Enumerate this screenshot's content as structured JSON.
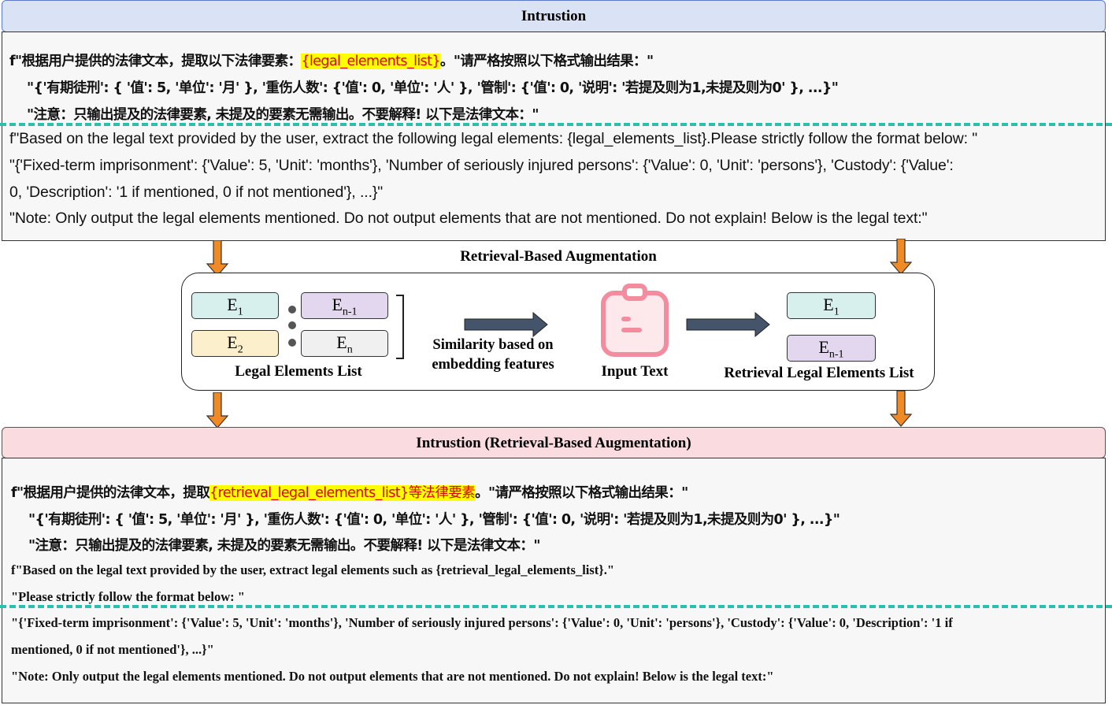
{
  "top_panel": {
    "title": "Intrustion",
    "zh_line1_pre": "f\"根据用户提供的法律文本，提取以下法律要素：",
    "zh_line1_hl": "{legal_elements_list}",
    "zh_line1_post": "。\"请严格按照以下格式输出结果：\"",
    "zh_line2": "\"{'有期徒刑': { '值': 5, '单位': '月'   },  '重伤人数': {'值': 0, '单位': '人'  }, '管制': {'值': 0,  '说明': '若提及则为1,未提及则为0' }, ...}\"",
    "zh_line3": "\"注意：只输出提及的法律要素, 未提及的要素无需输出。不要解释! 以下是法律文本：\"",
    "en_line1": "f\"Based on the legal text provided by the user, extract the following legal elements: {legal_elements_list}.Please strictly follow the format below: \"",
    "en_line2": "\"{'Fixed-term imprisonment': {'Value': 5, 'Unit': 'months'},   'Number of seriously injured persons': {'Value': 0, 'Unit': 'persons'},   'Custody': {'Value':",
    "en_line3": "0, 'Description': '1 if mentioned, 0 if not mentioned'},   ...}\"",
    "en_line4": "\"Note: Only output the legal elements mentioned. Do not output elements that are not mentioned. Do not explain! Below is the legal text:\""
  },
  "middle": {
    "title": "Retrieval-Based Augmentation",
    "elements": {
      "e1": "E",
      "e1_sub": "1",
      "e2": "E",
      "e2_sub": "2",
      "en1": "E",
      "en1_sub": "n-1",
      "en": "E",
      "en_sub": "n"
    },
    "legal_elements_list_label": "Legal Elements List",
    "similarity_label_1": "Similarity based on",
    "similarity_label_2": "embedding features",
    "input_text_label": "Input Text",
    "retrieval_list_label": "Retrieval Legal Elements List"
  },
  "bottom_panel": {
    "title": "Intrustion (Retrieval-Based Augmentation)",
    "zh_line1_pre": "f\"根据用户提供的法律文本，提取",
    "zh_line1_hl": "{retrieval_legal_elements_list}等法律要素",
    "zh_line1_post": "。\"请严格按照以下格式输出结果：\"",
    "zh_line2": "\"{'有期徒刑': { '值': 5, '单位': '月'   },  '重伤人数': {'值': 0, '单位': '人'  }, '管制': {'值': 0,  '说明': '若提及则为1,未提及则为0' }, ...}\"",
    "zh_line3": "\"注意：只输出提及的法律要素, 未提及的要素无需输出。不要解释! 以下是法律文本：\"",
    "en_line1": "f\"Based on the legal text provided by the user, extract legal elements such as {retrieval_legal_elements_list}.\"",
    "en_line2": "\"Please strictly follow the format below: \"",
    "en_line3": "\"{'Fixed-term imprisonment': {'Value': 5, 'Unit': 'months'}, 'Number of seriously injured persons': {'Value': 0, 'Unit': 'persons'}, 'Custody': {'Value': 0, 'Description': '1 if",
    "en_line4": "mentioned, 0 if not mentioned'}, ...}\"",
    "en_line5": "\"Note: Only output the legal elements mentioned. Do not output elements that are not mentioned. Do not explain! Below is the legal text:\""
  },
  "colors": {
    "top_header": "#dae3f5",
    "bottom_header": "#f9dbe0",
    "dash": "#2bbfae",
    "arrow": "#f08a24",
    "dark_arrow": "#44546a",
    "highlight": "#ffff00"
  }
}
